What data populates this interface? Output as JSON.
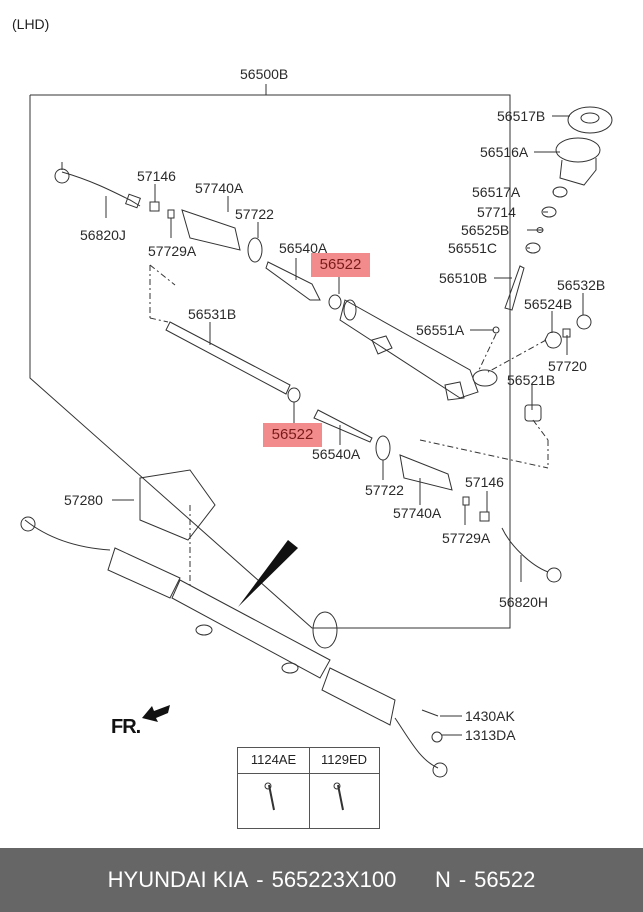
{
  "diagram": {
    "variant_label": "(LHD)",
    "assembly_label": "56500B",
    "front_label": "FR.",
    "highlight_color": "#f28c8c",
    "highlighted_part": "56522",
    "labels": {
      "p56517B": "56517B",
      "p56516A": "56516A",
      "p56517A": "56517A",
      "p57714": "57714",
      "p56525B": "56525B",
      "p56551C": "56551C",
      "p56510B": "56510B",
      "p56532B": "56532B",
      "p56524B": "56524B",
      "p56551A": "56551A",
      "p57720": "57720",
      "p56521B": "56521B",
      "p57146_left": "57146",
      "p57740A_left": "57740A",
      "p57722_left": "57722",
      "p56820J": "56820J",
      "p57729A_left": "57729A",
      "p56540A_top": "56540A",
      "p56522_top": "56522",
      "p56531B": "56531B",
      "p56522_bottom": "56522",
      "p56540A_bottom": "56540A",
      "p57722_right": "57722",
      "p57740A_right": "57740A",
      "p57146_right": "57146",
      "p57729A_right": "57729A",
      "p56820H": "56820H",
      "p57280": "57280",
      "p1430AK": "1430AK",
      "p1313DA": "1313DA"
    },
    "bolt_table": {
      "columns": [
        "1124AE",
        "1129ED"
      ]
    }
  },
  "footer": {
    "brand": "HYUNDAI  KIA",
    "part_number": "565223X100",
    "ref_prefix": "N",
    "ref_number": "56522",
    "separator": "-"
  }
}
